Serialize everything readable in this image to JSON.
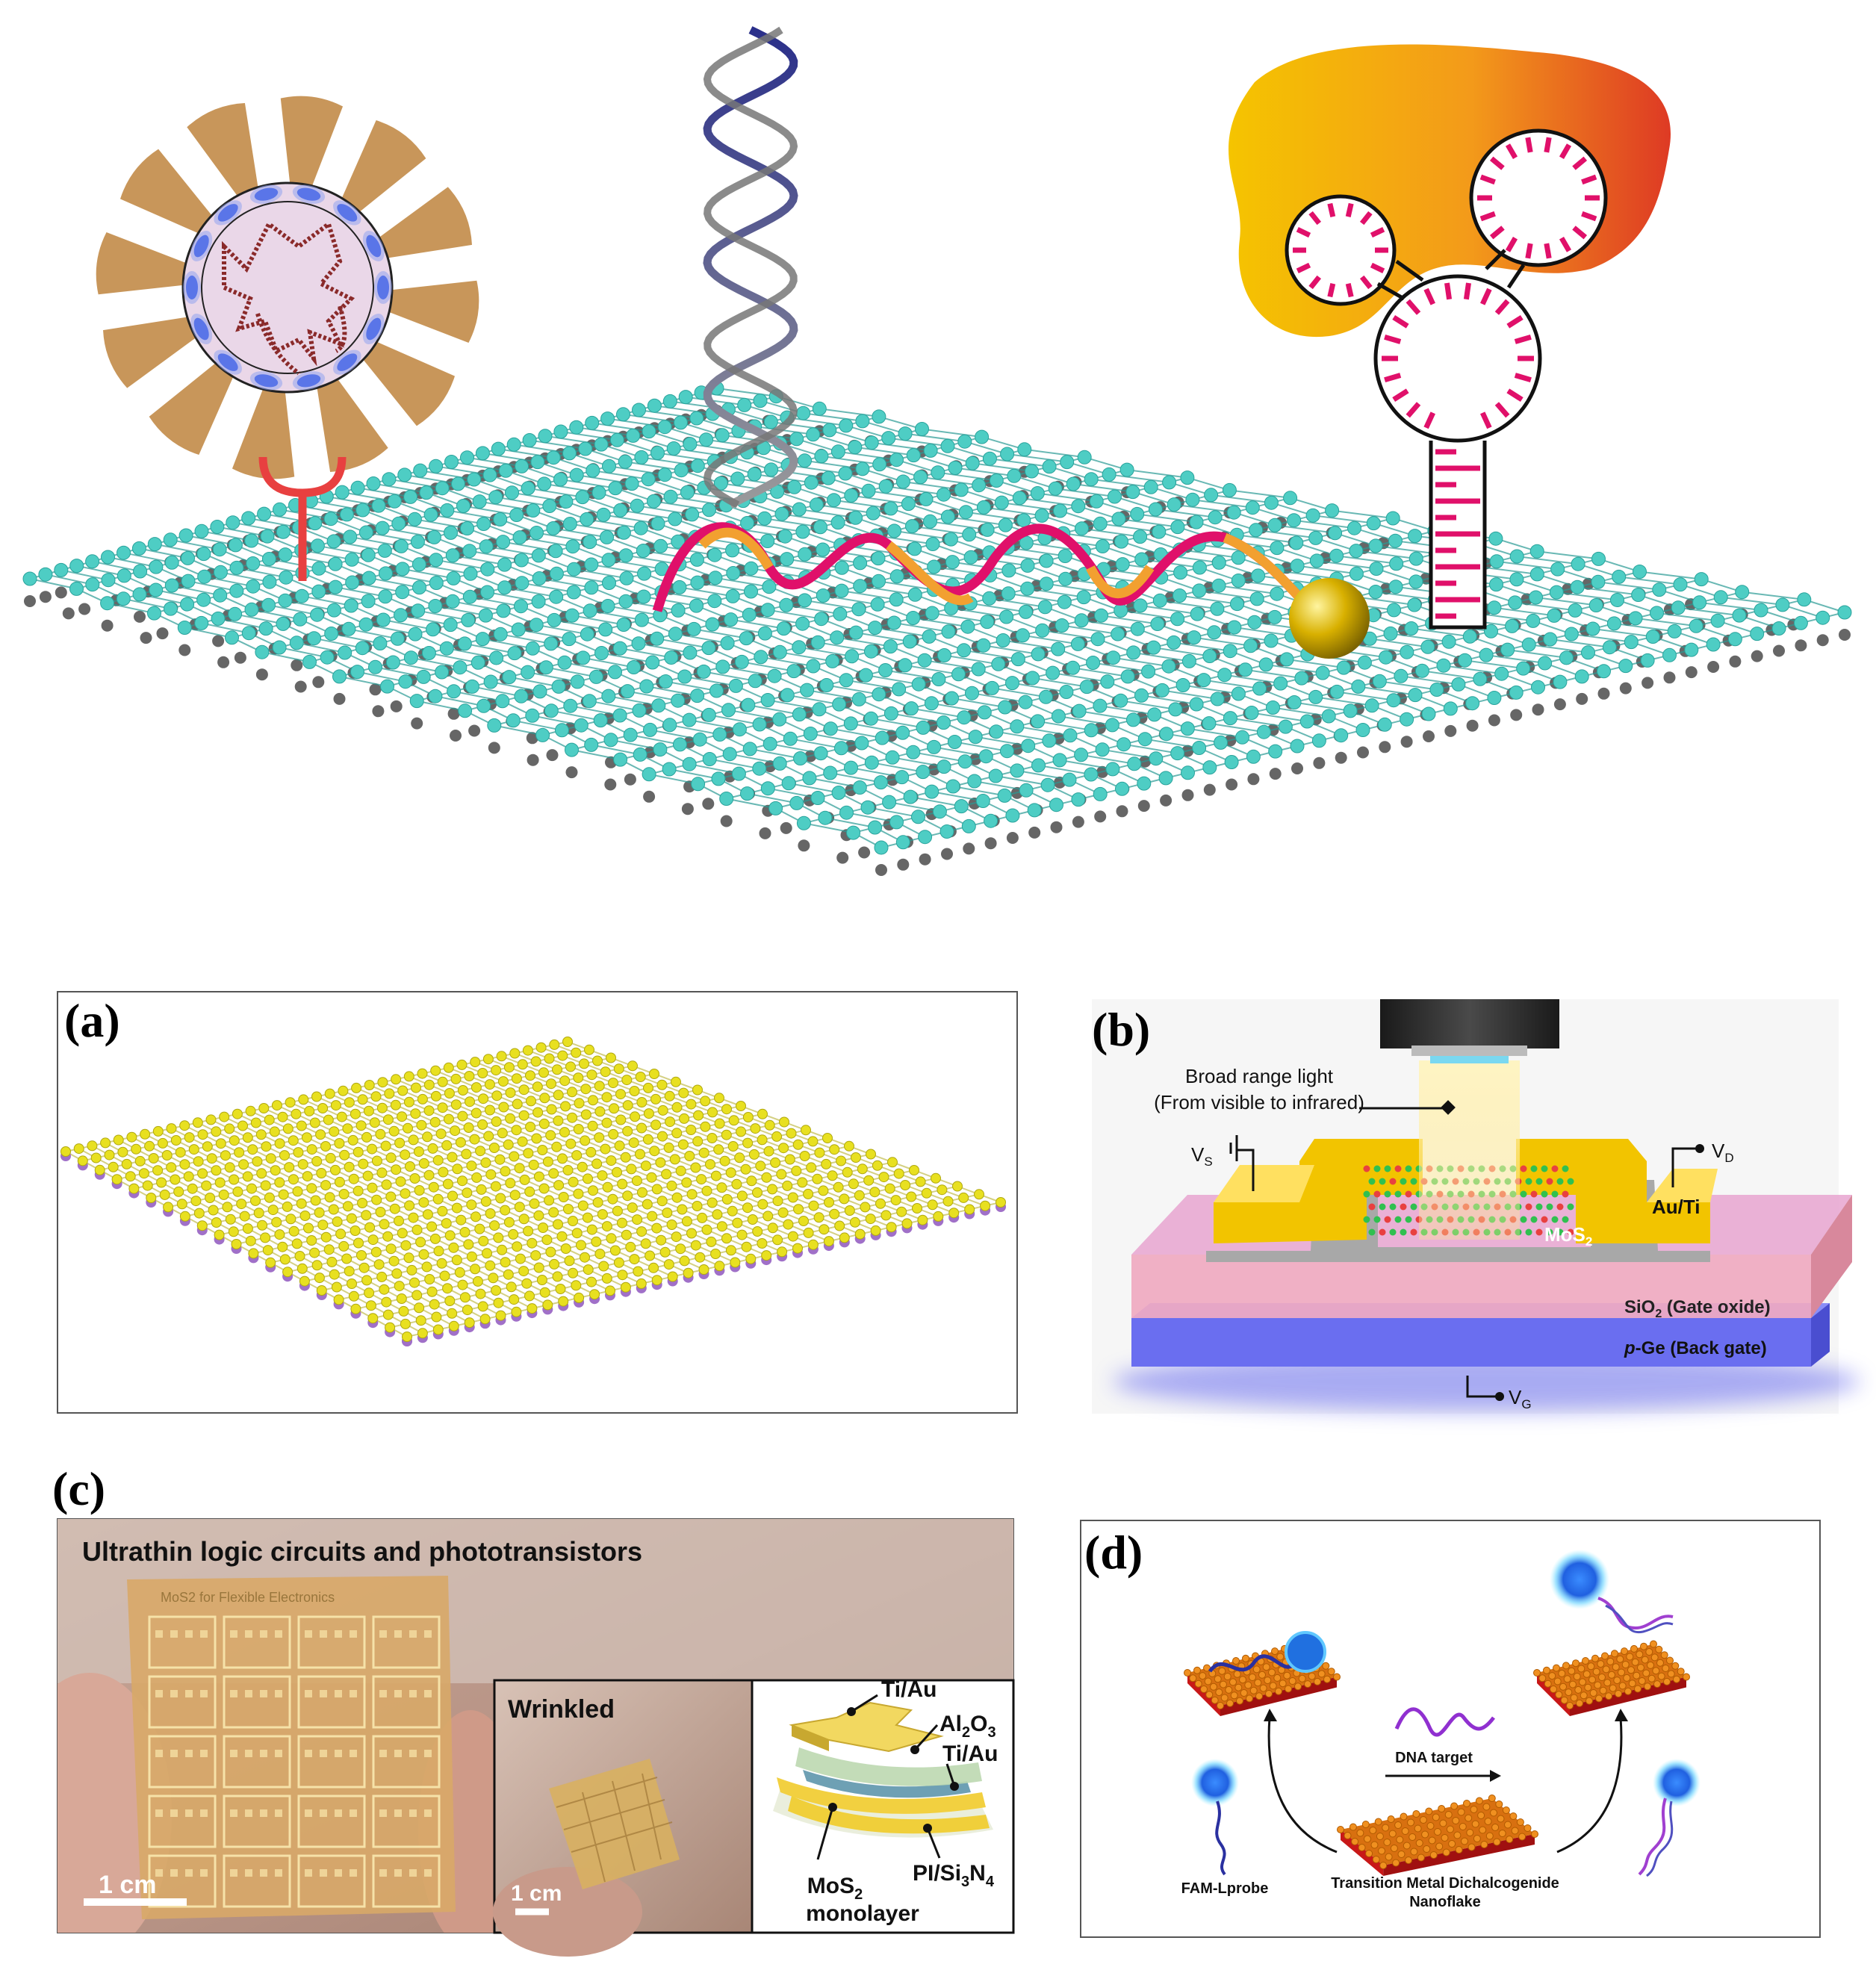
{
  "panels": {
    "a": {
      "letter": "(a)"
    },
    "b": {
      "letter": "(b)",
      "light_line1": "Broad range light",
      "light_line2": "(From visible to infrared)",
      "vs": "V",
      "vs_sub": "S",
      "vd": "V",
      "vd_sub": "D",
      "vg": "V",
      "vg_sub": "G",
      "contact": "Au/Ti",
      "channel": "MoS",
      "channel_sub": "2",
      "oxide": "SiO",
      "oxide_sub": "2",
      "oxide_rest": " (Gate oxide)",
      "gate_italic": "p",
      "gate_rest": "-Ge (Back gate)"
    },
    "c": {
      "letter": "(c)",
      "title": "Ultrathin logic circuits and phototransistors",
      "chip_text": "MoS2 for Flexible Electronics",
      "scale1": "1 cm",
      "wrinkled": "Wrinkled",
      "scale2": "1 cm",
      "layer_ti_au_top": "Ti/Au",
      "layer_al2o3": "Al",
      "layer_al2o3_sub1": "2",
      "layer_al2o3_o": "O",
      "layer_al2o3_sub2": "3",
      "layer_ti_au_mid": "Ti/Au",
      "layer_pi": "PI/Si",
      "layer_pi_sub1": "3",
      "layer_pi_n": "N",
      "layer_pi_sub2": "4",
      "layer_mos2": "MoS",
      "layer_mos2_sub": "2",
      "layer_monolayer": "monolayer"
    },
    "d": {
      "letter": "(d)",
      "dna_target": "DNA target",
      "fam": "FAM-Lprobe",
      "tmd_line1": "Transition Metal Dichalcogenide",
      "tmd_line2": "Nanoflake"
    }
  },
  "colors": {
    "lattice_top": "#4ecdc4",
    "lattice_bottom": "#555555",
    "virus_spike": "#c8965a",
    "virus_body": "#ead7e8",
    "mos2_s": "#e8e020",
    "mos2_mo": "#a070c8",
    "gold": "#f0c000",
    "substrate_blue": "#6a6ef0",
    "oxide_pink": "#f0a0b8",
    "aptamer_pink": "#e0106a",
    "blob_start": "#f5c000",
    "blob_end": "#e04020"
  }
}
